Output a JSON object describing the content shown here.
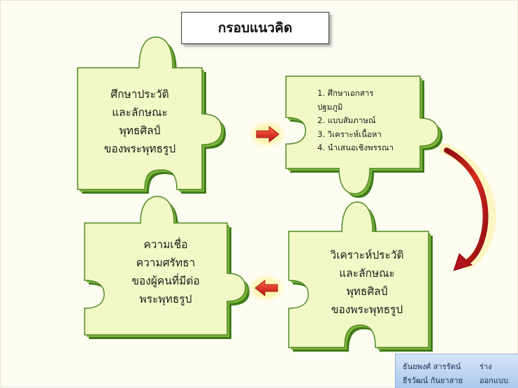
{
  "title": "กรอบแนวคิด",
  "pieces": {
    "top_left": [
      "ศึกษาประวัติ",
      "และลักษณะ",
      "พุทธศิลป์",
      "ของพระพุทธรูป"
    ],
    "top_right": [
      "1. ศึกษาเอกสาร",
      "ปฐมภูมิ",
      "2. แบบสัมภาษณ์",
      "3. วิเคราะห์เนื้อหา",
      "4. นำเสนอเชิงพรรณา"
    ],
    "bottom_right": [
      "วิเคราะห์ประวัติ",
      "และลักษณะ",
      "พุทธศิลป์",
      "ของพระพุทธรูป"
    ],
    "bottom_left": [
      "ความเชื่อ",
      "ความศรัทธา",
      "ของผู้คนที่มีต่อ",
      "พระพุทธรูป"
    ]
  },
  "credits": [
    {
      "name": "ธันยพงศ์  สารรัตน์",
      "role": "ร่าง"
    },
    {
      "name": "ธีรวัฒน์  กันยาสาย",
      "role": "ออกแบบ"
    }
  ],
  "colors": {
    "piece_fill": "#f2f8c6",
    "piece_edge": "#7fb63a",
    "piece_edge_dark": "#3f7a1c",
    "arrow": "#d11a1a",
    "curve_arrow": "#b3121a"
  }
}
